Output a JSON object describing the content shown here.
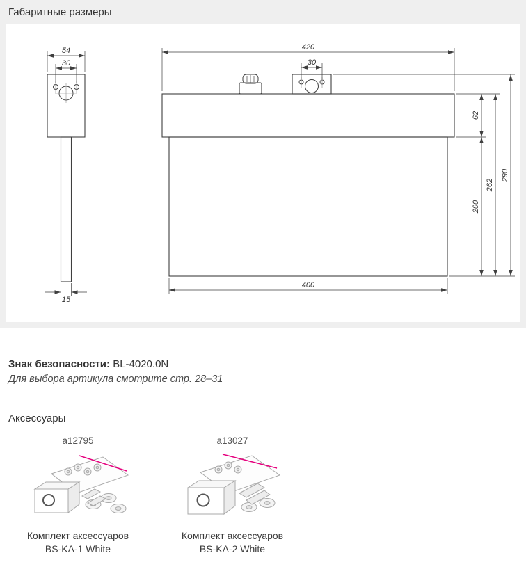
{
  "sections": {
    "dimensions_title": "Габаритные размеры",
    "accessories_title": "Аксессуары"
  },
  "safety": {
    "label": "Знак безопасности:",
    "article": "BL-4020.0N",
    "note": "Для выбора артикула смотрите стр. 28–31"
  },
  "drawing": {
    "dims": {
      "side_width": "54",
      "side_hole_spacing": "30",
      "strip_width": "15",
      "front_width": "420",
      "bracket_hole_spacing": "30",
      "upper_height": "62",
      "panel_height": "200",
      "body_height": "262",
      "total_height": "290",
      "panel_width": "400"
    }
  },
  "accessories": {
    "items": [
      {
        "article": "a12795",
        "caption_line1": "Комплект аксессуаров",
        "caption_line2": "BS-KA-1 White"
      },
      {
        "article": "a13027",
        "caption_line1": "Комплект аксессуаров",
        "caption_line2": "BS-KA-2 White"
      }
    ]
  },
  "colors": {
    "panel_bg": "#efefef",
    "accent_pink": "#e6007e",
    "line": "#3f3f3f"
  }
}
